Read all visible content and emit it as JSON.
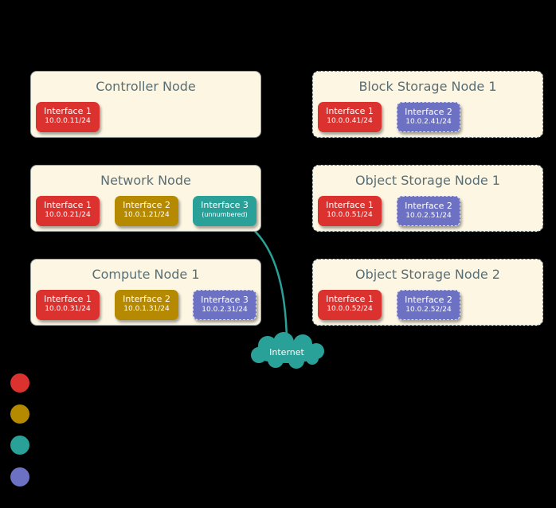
{
  "colors": {
    "management": "#dc322f",
    "tunnel": "#b58900",
    "external": "#2aa198",
    "storage": "#6c71c4"
  },
  "nodes": {
    "controller": {
      "title": "Controller Node",
      "interfaces": [
        {
          "name": "Interface 1",
          "address": "10.0.0.11/24"
        }
      ]
    },
    "network": {
      "title": "Network Node",
      "interfaces": [
        {
          "name": "Interface 1",
          "address": "10.0.0.21/24"
        },
        {
          "name": "Interface 2",
          "address": "10.0.1.21/24"
        },
        {
          "name": "Interface 3",
          "address": "(unnumbered)"
        }
      ]
    },
    "compute1": {
      "title": "Compute Node 1",
      "interfaces": [
        {
          "name": "Interface 1",
          "address": "10.0.0.31/24"
        },
        {
          "name": "Interface 2",
          "address": "10.0.1.31/24"
        },
        {
          "name": "Interface 3",
          "address": "10.0.2.31/24"
        }
      ]
    },
    "block1": {
      "title": "Block Storage Node 1",
      "interfaces": [
        {
          "name": "Interface 1",
          "address": "10.0.0.41/24"
        },
        {
          "name": "Interface 2",
          "address": "10.0.2.41/24"
        }
      ]
    },
    "object1": {
      "title": "Object Storage Node 1",
      "interfaces": [
        {
          "name": "Interface 1",
          "address": "10.0.0.51/24"
        },
        {
          "name": "Interface 2",
          "address": "10.0.2.51/24"
        }
      ]
    },
    "object2": {
      "title": "Object Storage Node 2",
      "interfaces": [
        {
          "name": "Interface 1",
          "address": "10.0.0.52/24"
        },
        {
          "name": "Interface 2",
          "address": "10.0.2.52/24"
        }
      ]
    }
  },
  "internet": {
    "label": "Internet"
  }
}
